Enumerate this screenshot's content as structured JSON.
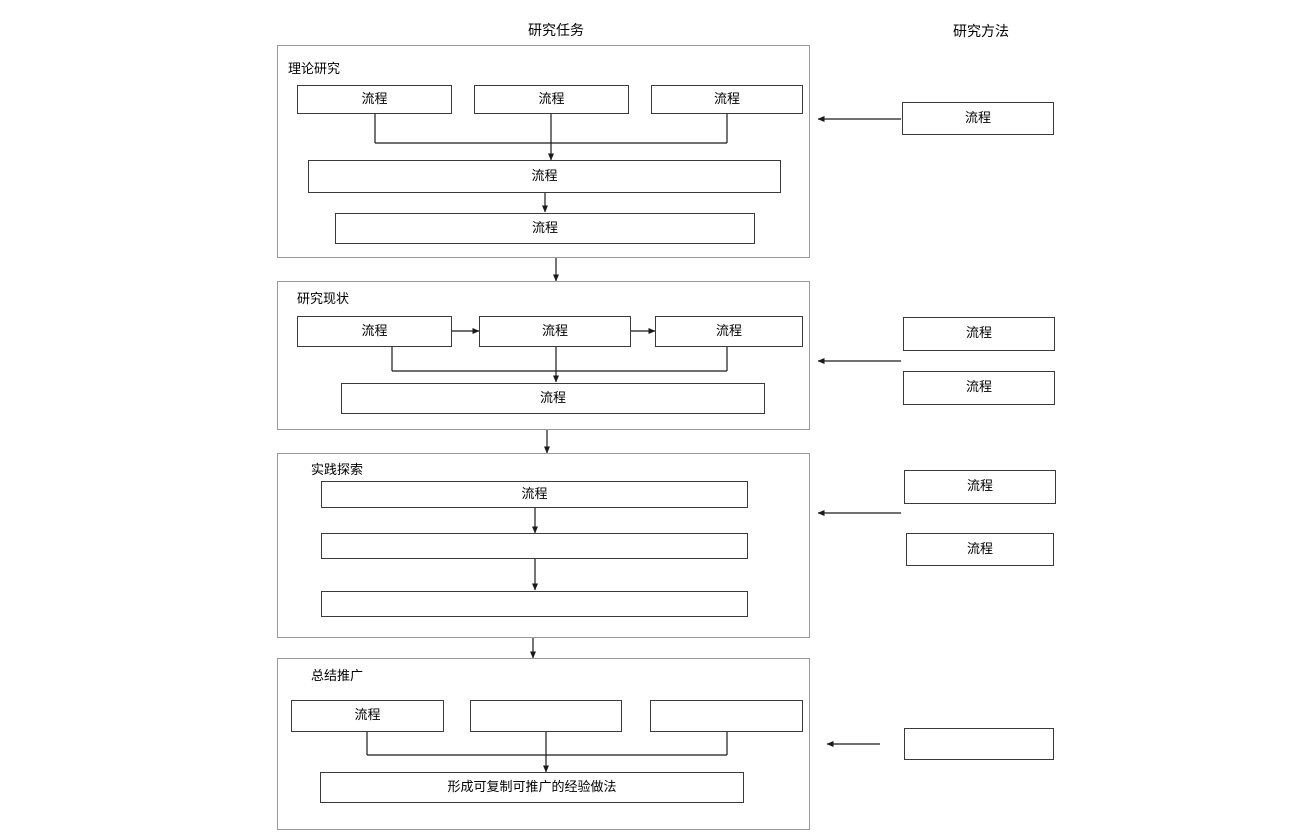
{
  "columns": {
    "tasks_title": "研究任务",
    "methods_title": "研究方法"
  },
  "stages": [
    {
      "label": "理论研究",
      "rows": [
        {
          "nodes": [
            "流程",
            "流程",
            "流程"
          ]
        },
        {
          "nodes": [
            "流程"
          ]
        },
        {
          "nodes": [
            "流程"
          ]
        }
      ]
    },
    {
      "label": "研究现状",
      "rows": [
        {
          "nodes": [
            "流程",
            "流程",
            "流程"
          ]
        },
        {
          "nodes": [
            "流程"
          ]
        }
      ]
    },
    {
      "label": "实践探索",
      "rows": [
        {
          "nodes": [
            "流程"
          ]
        },
        {
          "nodes": [
            ""
          ]
        },
        {
          "nodes": [
            ""
          ]
        }
      ]
    },
    {
      "label": "总结推广",
      "rows": [
        {
          "nodes": [
            "流程",
            "",
            ""
          ]
        },
        {
          "nodes": [
            "形成可复制可推广的经验做法"
          ]
        }
      ]
    }
  ],
  "methods": [
    {
      "label": "流程"
    },
    {
      "label": "流程"
    },
    {
      "label": "流程"
    },
    {
      "label": "流程"
    },
    {
      "label": "流程"
    },
    {
      "label": ""
    }
  ],
  "colors": {
    "node_border": "#3a3a3a",
    "stage_border": "#9a9a9a",
    "connector": "#1a1a1a",
    "text": "#000000",
    "background": "#ffffff"
  }
}
